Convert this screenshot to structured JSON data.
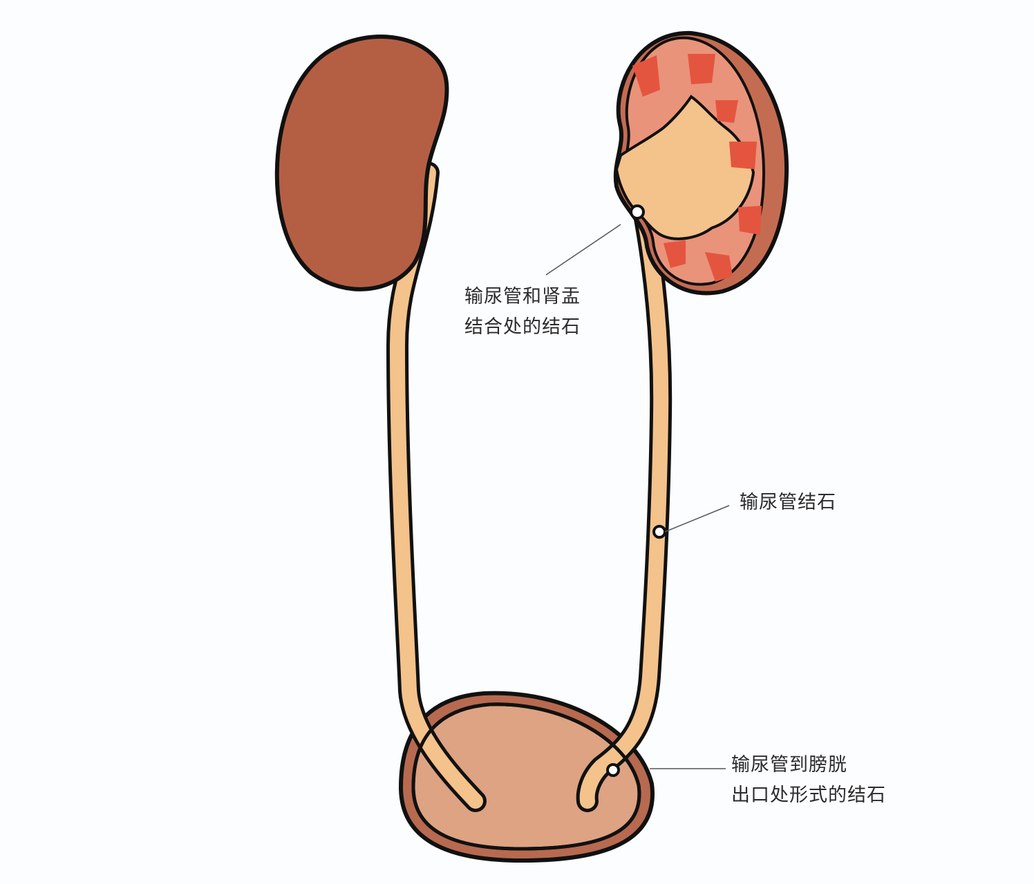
{
  "colors": {
    "background": "#fbfdfe",
    "outline": "#111111",
    "kidney_solid": "#b45f44",
    "kidney_cortex": "#e9937a",
    "kidney_rim": "#c46c52",
    "renal_pelvis": "#f4c28b",
    "pyramid": "#e4553f",
    "ureter": "#f4c28b",
    "bladder_outer": "#b76a4f",
    "bladder_inner": "#dda383",
    "leader_line": "#555555",
    "label_text": "#2b2b2b"
  },
  "labels": {
    "upj_stone": {
      "line1": "输尿管和肾盂",
      "line2": "结合处的结石"
    },
    "ureter_stone": {
      "line1": "输尿管结石"
    },
    "uvj_stone": {
      "line1": "输尿管到膀胱",
      "line2": "出口处形式的结石"
    }
  }
}
